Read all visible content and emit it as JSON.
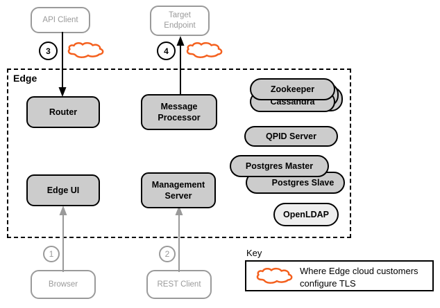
{
  "diagram": {
    "container": {
      "label": "Edge",
      "border_style": "dashed",
      "border_color": "#000000"
    },
    "colors": {
      "component_fill": "#cccccc",
      "component_light_fill": "#eeeeee",
      "component_stroke": "#000000",
      "external_stroke": "#9a9a9a",
      "external_text": "#9a9a9a",
      "cloud_accent": "#f4601e",
      "background": "#ffffff"
    },
    "external_nodes": [
      {
        "id": "api-client",
        "lines": [
          "API Client"
        ]
      },
      {
        "id": "target-endpoint",
        "lines": [
          "Target",
          "Endpoint"
        ]
      },
      {
        "id": "browser",
        "lines": [
          "Browser"
        ]
      },
      {
        "id": "rest-client",
        "lines": [
          "REST Client"
        ]
      }
    ],
    "components": [
      {
        "id": "router",
        "lines": [
          "Router"
        ]
      },
      {
        "id": "message-processor",
        "lines": [
          "Message",
          "Processor"
        ]
      },
      {
        "id": "edge-ui",
        "lines": [
          "Edge UI"
        ]
      },
      {
        "id": "management-server",
        "lines": [
          "Management",
          "Server"
        ]
      }
    ],
    "services": [
      {
        "id": "zookeeper",
        "label": "Zookeeper",
        "stacked": true
      },
      {
        "id": "cassandra",
        "label": "Cassandra",
        "stacked": true
      },
      {
        "id": "qpid-server",
        "label": "QPID Server",
        "stacked": false
      },
      {
        "id": "postgres-master",
        "label": "Postgres Master",
        "stacked": false
      },
      {
        "id": "postgres-slave",
        "label": "Postgres Slave",
        "stacked": false
      },
      {
        "id": "openldap",
        "label": "OpenLDAP",
        "stacked": false
      }
    ],
    "steps": [
      {
        "id": "step-1",
        "number": "1",
        "tone": "light",
        "from": "browser",
        "to": "edge-ui"
      },
      {
        "id": "step-2",
        "number": "2",
        "tone": "light",
        "from": "rest-client",
        "to": "management-server"
      },
      {
        "id": "step-3",
        "number": "3",
        "tone": "dark",
        "from": "api-client",
        "to": "router"
      },
      {
        "id": "step-4",
        "number": "4",
        "tone": "dark",
        "from": "message-processor",
        "to": "target-endpoint"
      }
    ],
    "cloud_markers": [
      {
        "id": "cloud-marker-3",
        "near_step": "3"
      },
      {
        "id": "cloud-marker-4",
        "near_step": "4"
      }
    ],
    "key": {
      "title": "Key",
      "entry_icon": "cloud-icon",
      "entry_text": "Where Edge cloud customers\nconfigure TLS"
    }
  }
}
